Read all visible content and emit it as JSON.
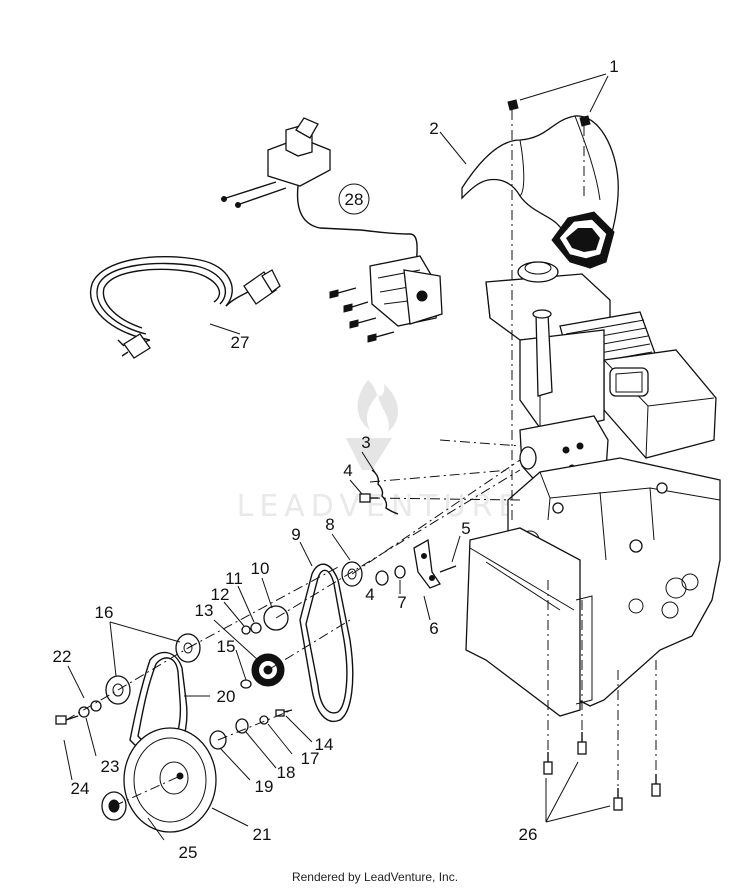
{
  "diagram": {
    "callouts": [
      "1",
      "2",
      "3",
      "4",
      "5",
      "6",
      "7",
      "8",
      "9",
      "10",
      "11",
      "12",
      "13",
      "14",
      "15",
      "16",
      "17",
      "18",
      "19",
      "20",
      "21",
      "22",
      "23",
      "24",
      "25",
      "26",
      "27",
      "28"
    ],
    "watermark": "LEADVENTURE",
    "footer": "Rendered by LeadVenture, Inc."
  }
}
